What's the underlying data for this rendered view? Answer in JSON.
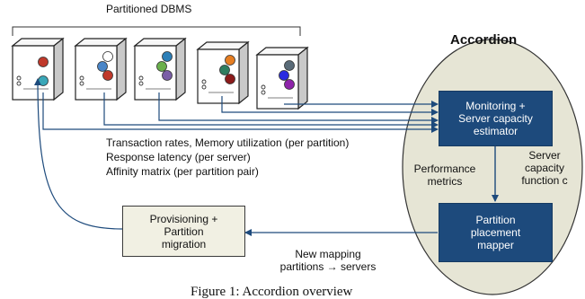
{
  "labels": {
    "dbms_title": "Partitioned DBMS",
    "accordion_title": "Accordion",
    "monitoring": "Monitoring +\nServer capacity\nestimator",
    "placement": "Partition\nplacement\nmapper",
    "provisioning": "Provisioning +\nPartition\nmigration",
    "metrics_line1": "Transaction rates, Memory utilization (per partition)",
    "metrics_line2": "Response latency (per server)",
    "metrics_line3": "Affinity matrix (per partition pair)",
    "performance_metrics": "Performance\nmetrics",
    "capacity_function": "Server\ncapacity\nfunction c",
    "new_mapping": "New mapping\npartitions → servers",
    "caption": "Figure 1: Accordion overview"
  },
  "servers": [
    {
      "dots": [
        "#c0392b",
        "#3aa7b8"
      ]
    },
    {
      "dots": [
        "#ffffff",
        "#4a86c8",
        "#c0392b"
      ]
    },
    {
      "dots": [
        "#2c7fb8",
        "#6ab04c",
        "#7b5ea7"
      ]
    },
    {
      "dots": [
        "#e67e22",
        "#2e7d60",
        "#8b1a1a"
      ]
    },
    {
      "dots": [
        "#5a6b78",
        "#2a2ae0",
        "#8e24aa"
      ]
    }
  ],
  "colors": {
    "accent_blue": "#1d4a7c",
    "ellipse_fill": "#e6e5d5",
    "arrow": "#1d4a7c"
  }
}
